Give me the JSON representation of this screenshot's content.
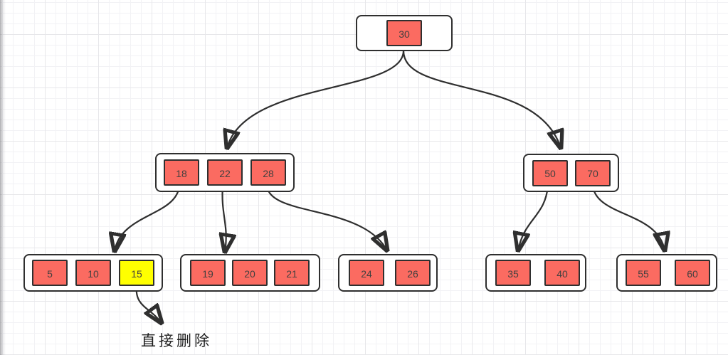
{
  "diagram": {
    "type": "b-tree-deletion-example",
    "colors": {
      "key_fill": "#fb6b61",
      "key_highlight_fill": "#ffff00",
      "shape_border": "#2f2f2f",
      "edge_stroke": "#2f2f2f",
      "grid_minor": "#f2f2f5",
      "grid_major": "#e7e7ea",
      "node_fill": "#ffffff"
    }
  },
  "tree": {
    "root": {
      "keys": [
        "30"
      ]
    },
    "internal_left": {
      "keys": [
        "18",
        "22",
        "28"
      ]
    },
    "internal_right": {
      "keys": [
        "50",
        "70"
      ]
    },
    "leaf_1": {
      "keys": [
        "5",
        "10",
        "15"
      ],
      "highlighted_key": "15"
    },
    "leaf_2": {
      "keys": [
        "19",
        "20",
        "21"
      ]
    },
    "leaf_3": {
      "keys": [
        "24",
        "26"
      ]
    },
    "leaf_4": {
      "keys": [
        "35",
        "40"
      ]
    },
    "leaf_5": {
      "keys": [
        "55",
        "60"
      ]
    }
  },
  "annotation": {
    "label": "直接删除"
  }
}
